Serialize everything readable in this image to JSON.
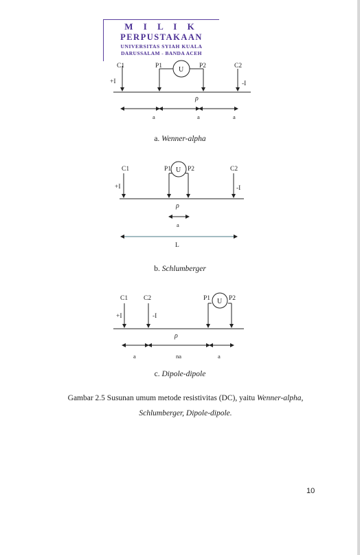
{
  "stamp": {
    "line1": "M I L I K",
    "line2": "PERPUSTAKAAN",
    "line3": "UNIVERSITAS SYIAH KUALA",
    "line4": "DARUSSALAM - BANDA ACEH"
  },
  "diagrams": {
    "a": {
      "caption_prefix": "a. ",
      "caption_name": "Wenner-alpha",
      "c1": "C1",
      "c2": "C2",
      "p1": "P1",
      "p2": "P2",
      "meter": "U",
      "plus_i": "+I",
      "minus_i": "-I",
      "rho": "ρ",
      "spacings": [
        "a",
        "a",
        "a"
      ]
    },
    "b": {
      "caption_prefix": "b. ",
      "caption_name": "Schlumberger",
      "c1": "C1",
      "c2": "C2",
      "p1": "P1",
      "p2": "P2",
      "meter": "U",
      "plus_i": "+I",
      "minus_i": "-I",
      "rho": "ρ",
      "spacing": "a",
      "length": "L"
    },
    "c": {
      "caption_prefix": "c. ",
      "caption_name": "Dipole-dipole",
      "c1": "C1",
      "c2": "C2",
      "p1": "P1",
      "p2": "P2",
      "meter": "U",
      "plus_i": "+I",
      "minus_i": "-I",
      "rho": "ρ",
      "spacings": [
        "a",
        "na",
        "a"
      ]
    }
  },
  "caption": {
    "line1_prefix": "Gambar 2.5 Susunan umum  metode resistivitas (DC), yaitu ",
    "line1_italic": "Wenner-alpha,",
    "line2_italic": "Schlumberger, Dipole-dipole."
  },
  "page_number": "10"
}
